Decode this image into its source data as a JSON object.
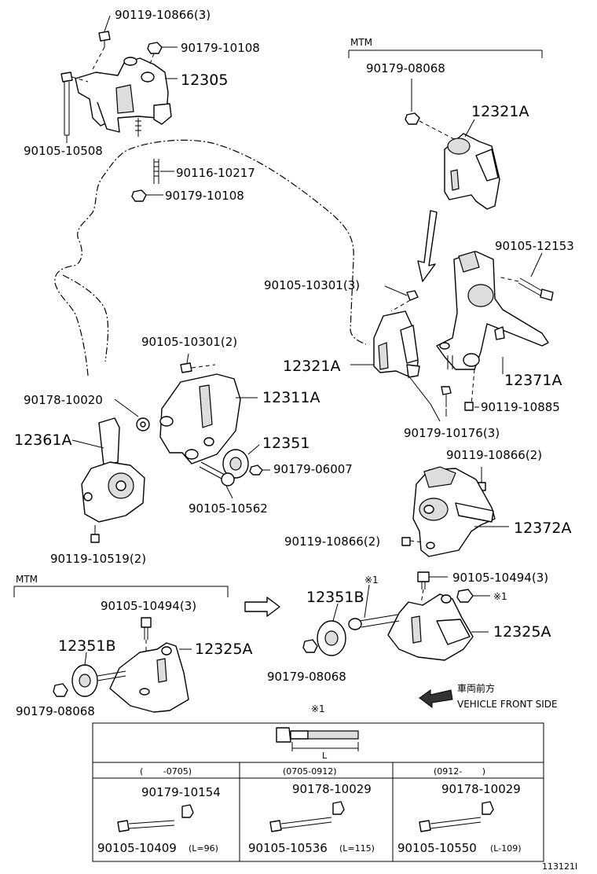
{
  "labels": {
    "p_90119_10866_3": "90119-10866(3)",
    "p_90179_10108_a": "90179-10108",
    "p_12305": "12305",
    "p_90105_10508": "90105-10508",
    "p_90116_10217": "90116-10217",
    "p_90179_10108_b": "90179-10108",
    "mtm_top": "MTM",
    "p_90179_08068_top": "90179-08068",
    "p_12321A_top": "12321A",
    "p_90105_12153": "90105-12153",
    "p_90105_10301_3": "90105-10301(3)",
    "p_12321A_mid": "12321A",
    "p_12371A": "12371A",
    "p_90105_10301_2": "90105-10301(2)",
    "p_12311A": "12311A",
    "p_90178_10020": "90178-10020",
    "p_12361A": "12361A",
    "p_12351": "12351",
    "p_90179_06007": "90179-06007",
    "p_90105_10562": "90105-10562",
    "p_90119_10519_2": "90119-10519(2)",
    "p_90119_10885": "90119-10885",
    "p_90179_10176_3": "90179-10176(3)",
    "p_90119_10866_2a": "90119-10866(2)",
    "p_12372A": "12372A",
    "p_90119_10866_2b": "90119-10866(2)",
    "mtm_bottom": "MTM",
    "p_90105_10494_3_left": "90105-10494(3)",
    "p_12351B_left": "12351B",
    "p_12325A_left": "12325A",
    "p_90179_08068_left": "90179-08068",
    "note_x1_a": "※1",
    "p_12351B_right": "12351B",
    "p_90105_10494_3_right": "90105-10494(3)",
    "note_x1_b": "※1",
    "p_12325A_right": "12325A",
    "p_90179_08068_right": "90179-08068",
    "front_jp": "車両前方",
    "front_en": "VEHICLE FRONT SIDE",
    "table_title": "※1",
    "length_label": "L",
    "col1_header": "(　　 -0705)",
    "col2_header": "(0705-0912)",
    "col3_header": "(0912-　　 )",
    "col1_nut": "90179-10154",
    "col1_bolt": "90105-10409",
    "col1_len": "(L=96)",
    "col2_nut": "90178-10029",
    "col2_bolt": "90105-10536",
    "col2_len": "(L=115)",
    "col3_nut": "90178-10029",
    "col3_bolt": "90105-10550",
    "col3_len": "(L-109)",
    "figure_id": "113121I"
  }
}
